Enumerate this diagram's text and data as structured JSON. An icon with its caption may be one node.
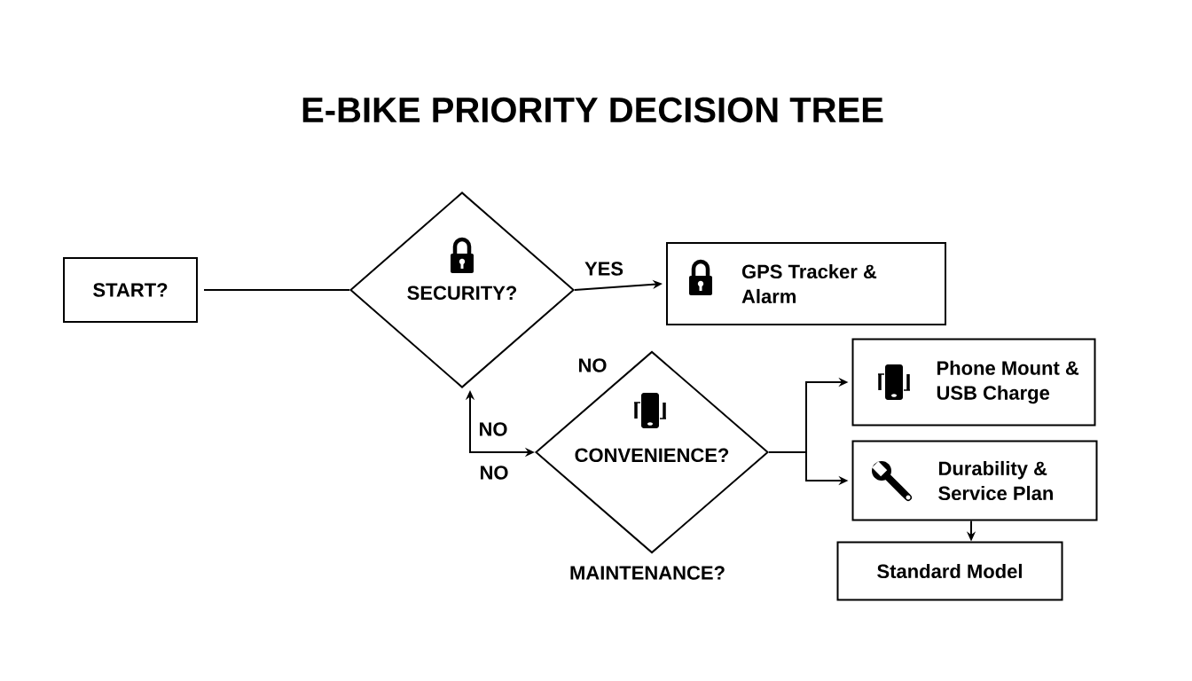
{
  "diagram": {
    "title": "E-BIKE PRIORITY DECISION TREE",
    "nodes": [
      {
        "text": [
          "START?"
        ]
      },
      {
        "text": [
          "SECURITY?"
        ]
      },
      {
        "text": [
          "GPS Tracker & Alarm"
        ]
      },
      {
        "text": [
          "CONVENIENCE?"
        ]
      },
      {
        "text": [
          "Phone Mount & USB Charge"
        ]
      },
      {
        "text": [
          "Durability & Service Plan"
        ]
      },
      {
        "text": [
          "Standard Model"
        ]
      }
    ],
    "edges": [
      {
        "from": 0,
        "to": 1,
        "arrow": "none"
      },
      {
        "from": 1,
        "to": 2,
        "arrow": "to",
        "label": "YES"
      },
      {
        "from": 1,
        "to": 3,
        "arrow": "both",
        "label": "NO"
      },
      {
        "from": 3,
        "to": 4,
        "arrow": "to"
      },
      {
        "from": 3,
        "to": 5,
        "arrow": "to"
      },
      {
        "from": 5,
        "to": 6,
        "arrow": "to"
      }
    ],
    "labels": [
      "NO",
      "NO",
      "MAINTENANCE?"
    ]
  }
}
